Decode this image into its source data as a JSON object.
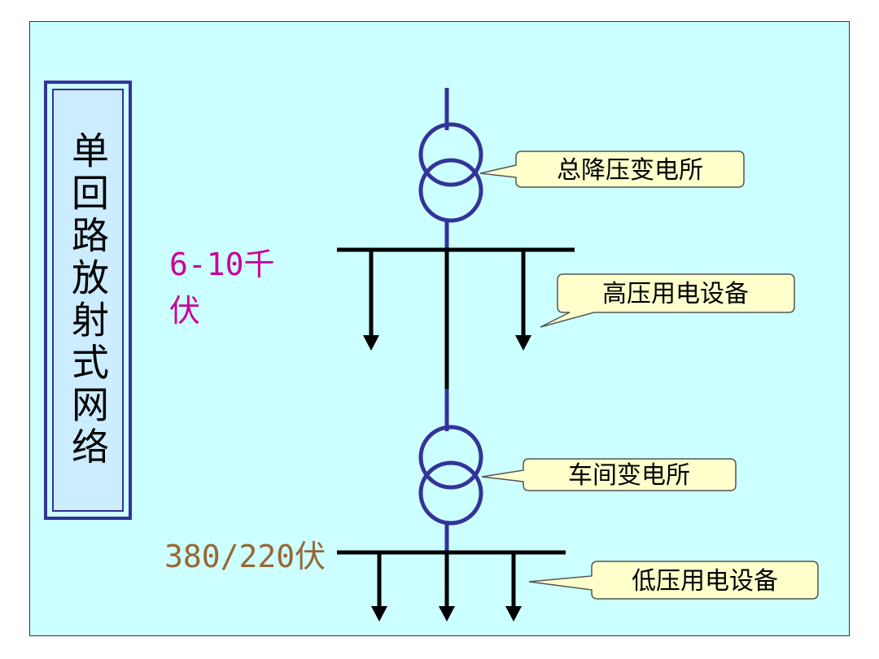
{
  "title": "单回路放射式网络",
  "voltage_high": [
    "6-10千",
    "伏"
  ],
  "voltage_low": "380/220伏",
  "callouts": {
    "main_substation": "总降压变电所",
    "hv_equipment": "高压用电设备",
    "workshop_substation": "车间变电所",
    "lv_equipment": "低压用电设备"
  },
  "colors": {
    "background": "#ccffff",
    "line_blue": "#333399",
    "callout_fill": "#ffffcc",
    "voltage_high": "#cc0099",
    "voltage_low": "#996633"
  }
}
